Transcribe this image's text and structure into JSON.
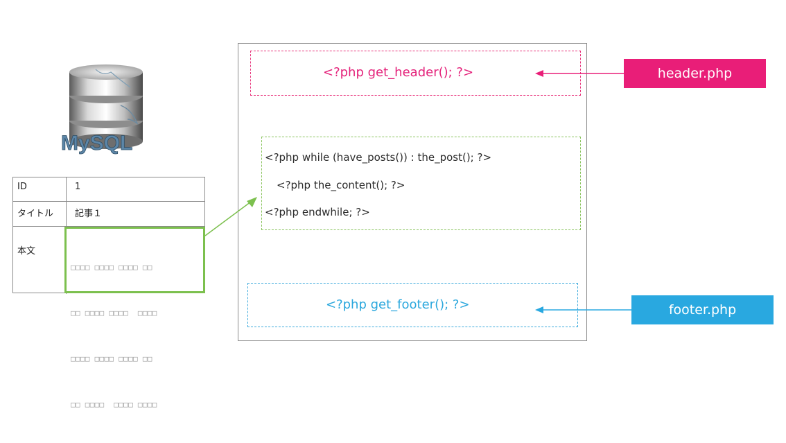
{
  "db_logo_text": "MySQL",
  "table": {
    "rows": [
      {
        "key": "ID",
        "value": "1"
      },
      {
        "key": "タイトル",
        "value": "記事１"
      },
      {
        "key": "本文",
        "value": ""
      }
    ],
    "body_placeholder_lines": [
      "□□□□ □□□□ □□□□ □□",
      "□□ □□□□ □□□□  □□□□",
      "□□□□ □□□□ □□□□ □□",
      "□□ □□□□  □□□□ □□□□"
    ]
  },
  "template": {
    "header_code": "<?php get_header(); ?>",
    "loop_lines": [
      "<?php while (have_posts()) : the_post(); ?>",
      "<?php the_content(); ?>",
      "<?php endwhile; ?>"
    ],
    "footer_code": "<?php get_footer(); ?>"
  },
  "files": {
    "header": "header.php",
    "footer": "footer.php"
  },
  "colors": {
    "header": "#e91e78",
    "loop": "#7cc04e",
    "footer": "#29a8e0"
  }
}
